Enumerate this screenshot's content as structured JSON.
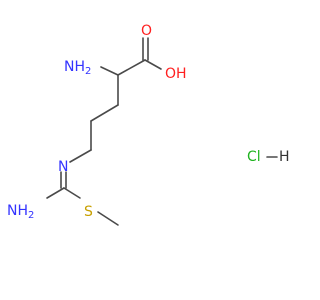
{
  "molecule": {
    "atoms": {
      "amine_top": "NH",
      "amine_top_h2": "2",
      "carbonyl_o": "O",
      "hydroxyl": "OH",
      "imine_n": "N",
      "amidine_nh2": "NH",
      "amidine_nh2_h2": "2",
      "thioether_s": "S"
    },
    "salt": {
      "cl": "Cl",
      "h": "H"
    }
  },
  "colors": {
    "bond": "#4a4a4a",
    "nitrogen": "#3333ff",
    "oxygen": "#ff2020",
    "sulfur": "#c8a000",
    "chlorine": "#1fb31f",
    "hydrogen": "#333333"
  }
}
